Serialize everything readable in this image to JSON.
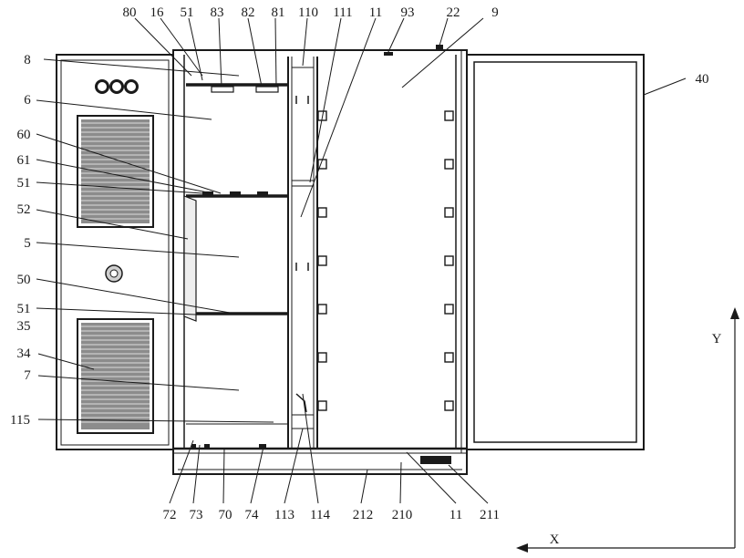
{
  "figure": {
    "reference_numerals": {
      "n80": "80",
      "n16": "16",
      "n51_top": "51",
      "n83": "83",
      "n82": "82",
      "n81": "81",
      "n110": "110",
      "n111": "111",
      "n11_top": "11",
      "n93": "93",
      "n22": "22",
      "n9": "9",
      "n8": "8",
      "n40": "40",
      "n6": "6",
      "n60": "60",
      "n61": "61",
      "n51_mid": "51",
      "n52": "52",
      "n5": "5",
      "n50": "50",
      "n51_low": "51",
      "n35": "35",
      "n34": "34",
      "n7": "7",
      "n115": "115",
      "n72": "72",
      "n73": "73",
      "n70": "70",
      "n74": "74",
      "n113": "113",
      "n114": "114",
      "n212": "212",
      "n210": "210",
      "n11_bottom": "11",
      "n211": "211"
    },
    "axes": {
      "y_label": "Y",
      "x_label": "X"
    }
  }
}
